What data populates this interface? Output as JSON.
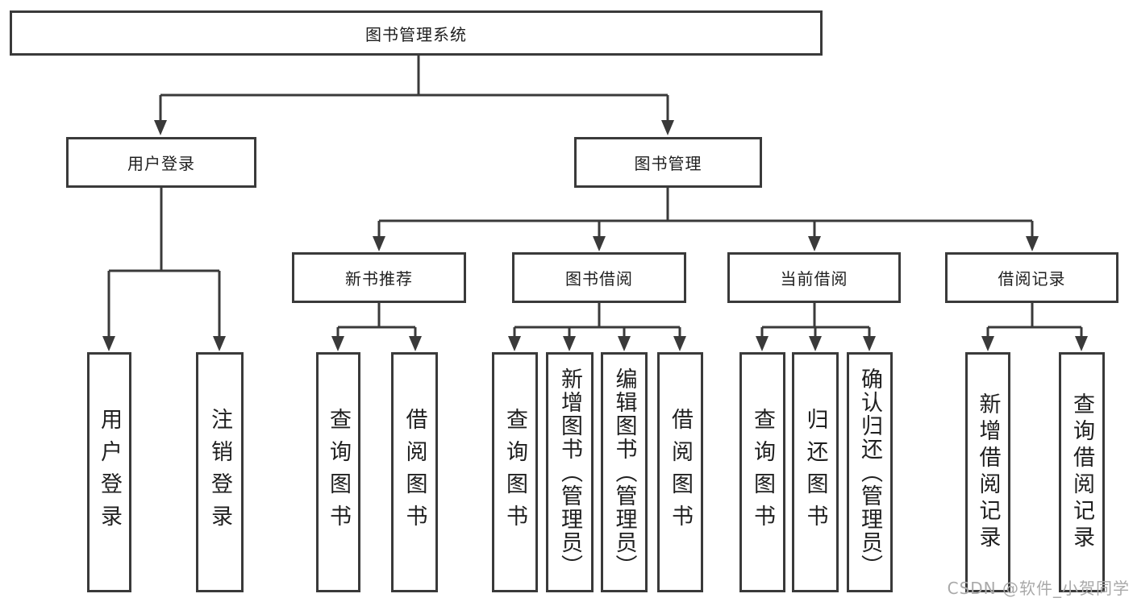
{
  "colors": {
    "line": "#3a3a3a",
    "text": "#1f1f1f",
    "background": "#ffffff",
    "watermark": "#a9a9a9"
  },
  "watermark": "CSDN @软件_小贺同学",
  "tree": {
    "root": "图书管理系统",
    "login": {
      "label": "用户登录",
      "children": [
        "用户登录",
        "注销登录"
      ]
    },
    "manage": {
      "label": "图书管理",
      "groups": [
        {
          "label": "新书推荐",
          "children": [
            "查询图书",
            "借阅图书"
          ]
        },
        {
          "label": "图书借阅",
          "children": [
            "查询图书",
            "新增图书（管理员）",
            "编辑图书（管理员）",
            "借阅图书"
          ]
        },
        {
          "label": "当前借阅",
          "children": [
            "查询图书",
            "归还图书",
            "确认归还（管理员）"
          ]
        },
        {
          "label": "借阅记录",
          "children": [
            "新增借阅记录",
            "查询借阅记录"
          ]
        }
      ]
    }
  }
}
